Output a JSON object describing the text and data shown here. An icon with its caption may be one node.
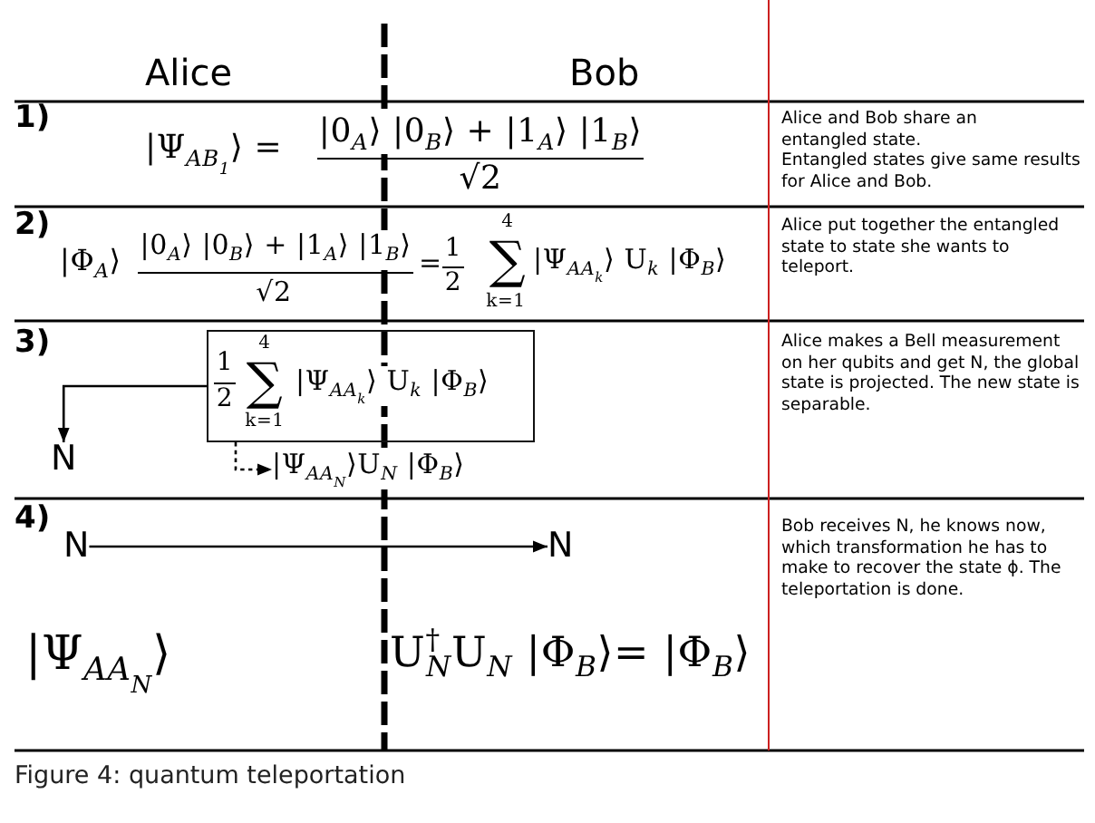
{
  "diagram": {
    "caption": "Figure 4: quantum teleportation",
    "nodes": [
      {
        "text": [
          "1",
          "2",
          "4",
          "∑",
          "k=1",
          "|Ψ$_{AA}$$_{k}$⟩ U$_{k}$ |Φ$_{B}$⟩"
        ]
      },
      {
        "text": [
          "N"
        ]
      },
      {
        "text": [
          "|Ψ$_{AA}$$_{N}$⟩U$_{N}$ |Φ$_{B}$⟩"
        ]
      },
      {
        "text": [
          "N"
        ]
      },
      {
        "text": [
          "N"
        ]
      }
    ],
    "edges": [
      {
        "from": 0,
        "to": 1,
        "arrow": "to"
      },
      {
        "from": 0,
        "to": 2,
        "arrow": "to",
        "style": "dashed"
      },
      {
        "from": 3,
        "to": 4,
        "arrow": "to"
      }
    ],
    "labels": [
      "Alice",
      "Bob",
      "1)",
      "|Ψ$_{AB}$$_{1}$⟩ =",
      "|0$_{A}$⟩ |0$_{B}$⟩ + |1$_{A}$⟩ |1$_{B}$⟩",
      "√2",
      "Alice and Bob share an entangled state.",
      "Entangled states give same results for Alice and Bob.",
      "2)",
      "|Φ$_{A}$⟩",
      "|0$_{A}$⟩ |0$_{B}$⟩ + |1$_{A}$⟩ |1$_{B}$⟩",
      "√2",
      "=",
      "1",
      "2",
      "4",
      "∑",
      "k=1",
      "|Ψ$_{AA}$$_{k}$⟩ U$_{k}$ |Φ$_{B}$⟩",
      "Alice put together the entangled state to state she wants to teleport.",
      "3)",
      "Alice makes a Bell measurement on her qubits and get N, the global state is projected. The new state is separable.",
      "4)",
      "|Ψ$_{AA}$$_{N}$⟩",
      "U$^{†}$$_{N}$U$_{N}$ |Φ$_{B}$⟩= |Φ$_{B}$⟩",
      "Bob receives N, he knows now, which transformation he has to make to recover the state ϕ. The teleportation is done."
    ]
  }
}
